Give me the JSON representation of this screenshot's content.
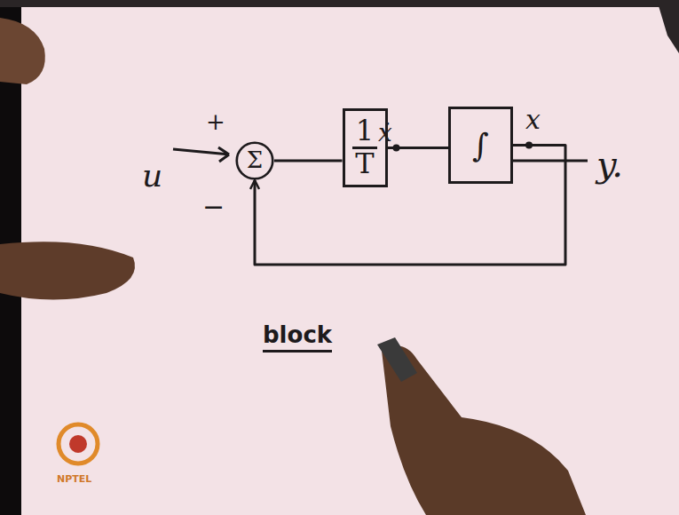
{
  "diagram": {
    "nodes": [
      {
        "text": [
          "Σ"
        ]
      },
      {
        "text": [
          "1",
          "T"
        ]
      },
      {
        "text": [
          "∫"
        ]
      }
    ],
    "edges": [
      {
        "from": 0,
        "to": 1,
        "arrow": "none"
      },
      {
        "from": 1,
        "to": 2,
        "arrow": "none"
      },
      {
        "from": 2,
        "to": 0,
        "arrow": "to"
      }
    ],
    "labels": [
      "u",
      "+",
      "−",
      "ẋ",
      "x",
      "y.",
      "block",
      "NPTEL"
    ]
  }
}
